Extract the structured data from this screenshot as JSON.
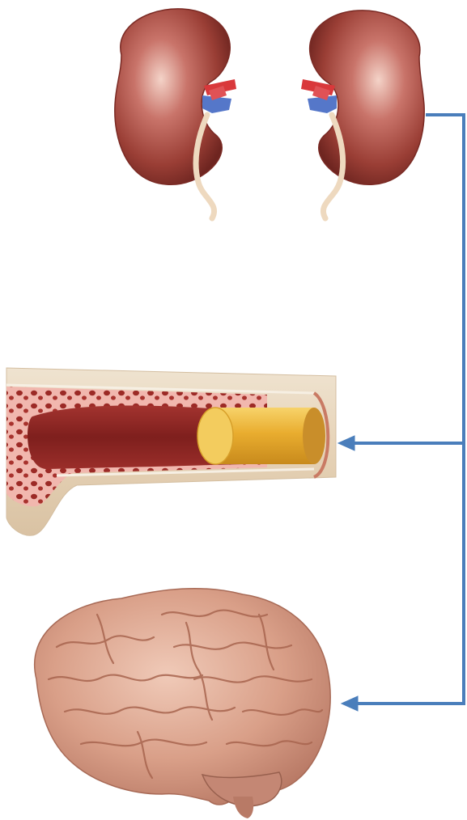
{
  "diagram": {
    "organs": [
      {
        "id": "kidneys",
        "icon": "kidneys-illustration"
      },
      {
        "id": "bone-marrow",
        "icon": "bone-marrow-cross-section-illustration"
      },
      {
        "id": "brain",
        "icon": "brain-illustration"
      }
    ],
    "connector": {
      "color": "#4a7ebb",
      "from": "kidneys",
      "to": [
        "bone-marrow",
        "brain"
      ]
    }
  }
}
